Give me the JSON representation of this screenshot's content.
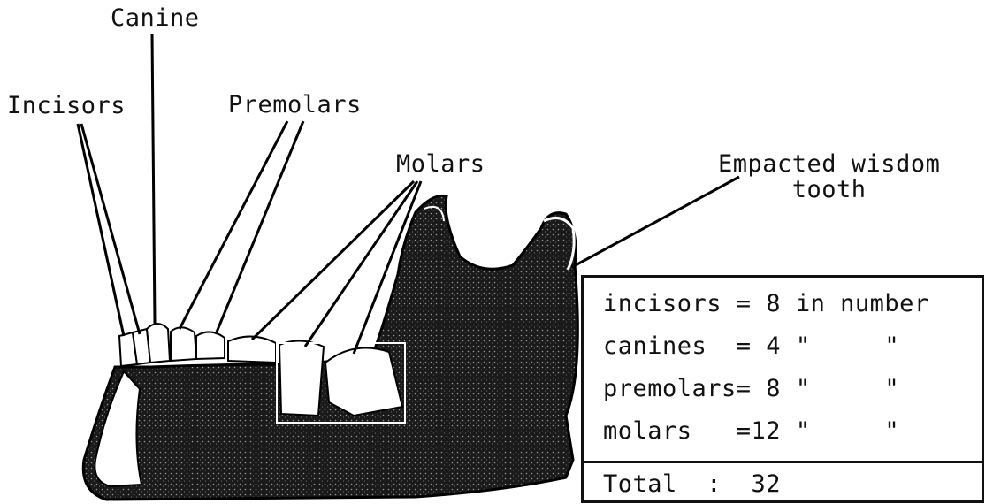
{
  "labels": {
    "canine": "Canine",
    "incisors": "Incisors",
    "premolars": "Premolars",
    "molars": "Molars",
    "wisdom_line1": "Empacted wisdom",
    "wisdom_line2": "tooth"
  },
  "table": {
    "rows": [
      "incisors = 8 in number",
      "canines  = 4 \"     \"",
      "premolars= 8 \"     \"",
      "molars   =12 \"     \""
    ],
    "total": "Total  :  32"
  }
}
